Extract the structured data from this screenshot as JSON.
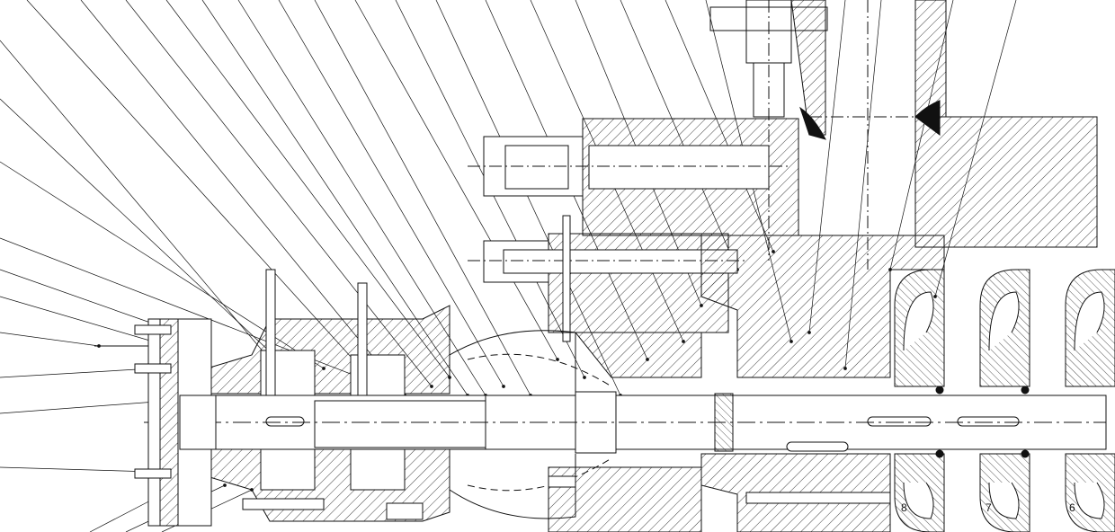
{
  "drawing": {
    "stage_labels": [
      "8",
      "7",
      "6"
    ],
    "line_color": "#111111",
    "background": "#ffffff"
  }
}
